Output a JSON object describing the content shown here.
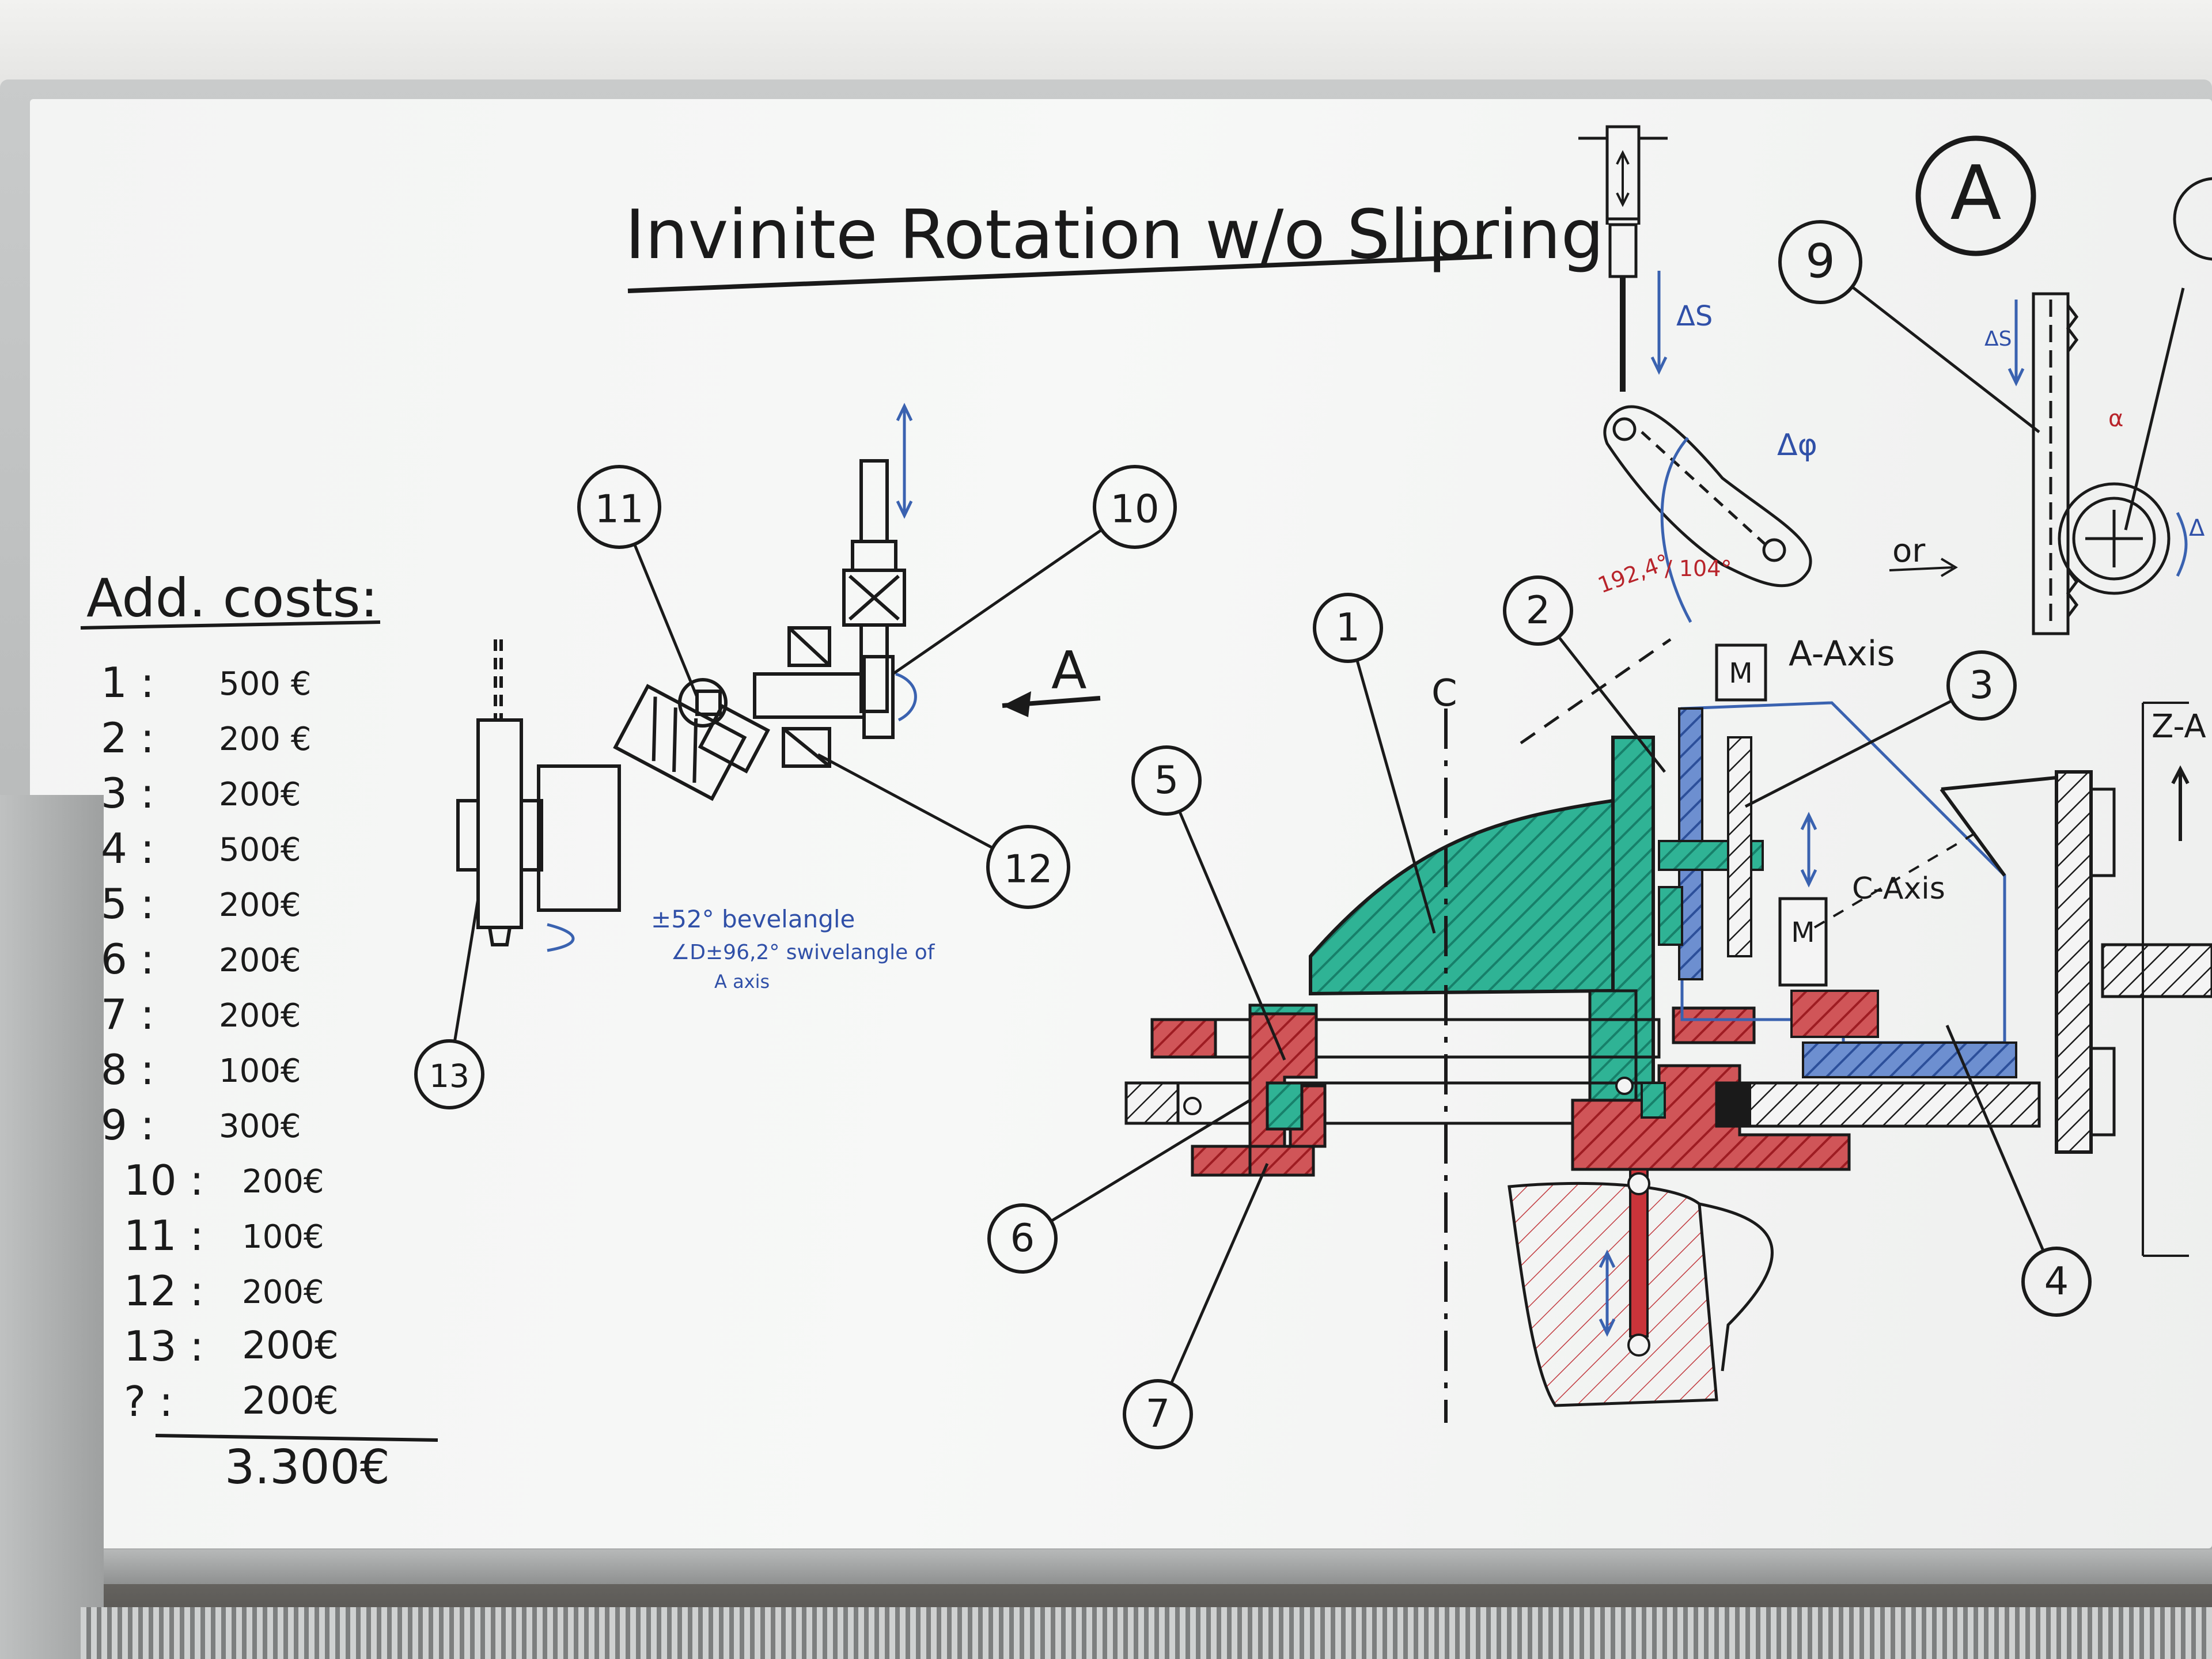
{
  "title": "Invinite Rotation w/o Slipring",
  "view_marker": "A",
  "costs": {
    "heading": "Add. costs:",
    "items": [
      {
        "label": "1 :",
        "value": "500 €"
      },
      {
        "label": "2 :",
        "value": "200 €"
      },
      {
        "label": "3 :",
        "value": "200€"
      },
      {
        "label": "4 :",
        "value": "500€"
      },
      {
        "label": "5 :",
        "value": "200€"
      },
      {
        "label": "6 :",
        "value": "200€"
      },
      {
        "label": "7 :",
        "value": "200€"
      },
      {
        "label": "8 :",
        "value": "100€"
      },
      {
        "label": "9 :",
        "value": "300€"
      },
      {
        "label": "10 :",
        "value": "200€"
      },
      {
        "label": "11 :",
        "value": "100€"
      },
      {
        "label": "12 :",
        "value": "200€"
      },
      {
        "label": "13 :",
        "value": "200€"
      },
      {
        "label": "? :",
        "value": "200€"
      }
    ],
    "total": "3.300€"
  },
  "callouts": [
    "1",
    "2",
    "3",
    "4",
    "5",
    "6",
    "7",
    "9",
    "10",
    "11",
    "12",
    "13"
  ],
  "labels": {
    "arrow_a": "A",
    "bevel": "±52° bevelangle",
    "swivel": "∠D±96,2° swivelangle of",
    "axis_small": "A axis",
    "a_axis": "A-Axis",
    "c_axis": "C-Axis",
    "z_axis": "Z-A",
    "delta_s": "ΔS",
    "delta_s2": "ΔS",
    "delta_phi": "Δφ",
    "or": "or",
    "angle": "192,4°",
    "angle2": "/ 104°",
    "centerline": "C",
    "motor": "M",
    "alpha": "α",
    "dx": "Δ"
  },
  "colors": {
    "ink": "#1a1a1a",
    "green": "#1f9e82",
    "red": "#b8242b",
    "blue": "#3a62b0"
  }
}
